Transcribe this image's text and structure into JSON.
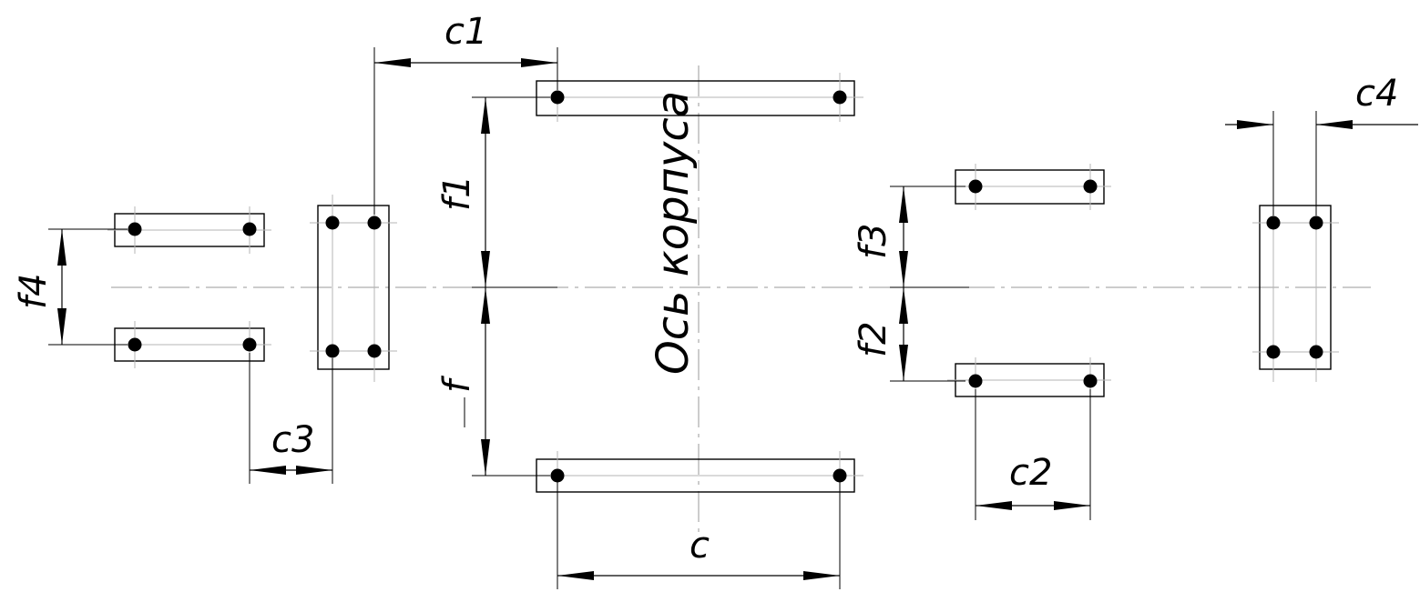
{
  "labels": {
    "c": "c",
    "c1": "c1",
    "c2": "c2",
    "c3": "c3",
    "c4": "c4",
    "f": "f",
    "f1": "f1",
    "f2": "f2",
    "f3": "f3",
    "f4": "f4",
    "axis": "Ось корпуса"
  }
}
